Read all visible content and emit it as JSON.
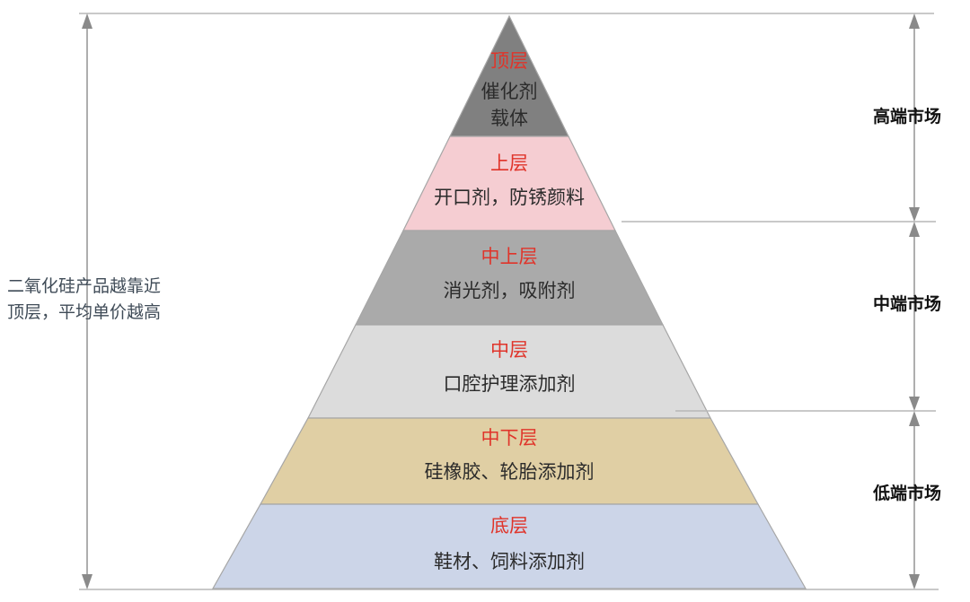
{
  "diagram": {
    "type": "pyramid",
    "title_note": "二氧化硅产品越靠近\n顶层，平均单价越高",
    "note_line1": "二氧化硅产品越靠近",
    "note_line2": "顶层，平均单价越高",
    "layers": [
      {
        "id": "top",
        "title": "顶层",
        "desc_line1": "催化剂",
        "desc_line2": "载体",
        "color": "#808080",
        "tier": "高端市场"
      },
      {
        "id": "upper",
        "title": "上层",
        "desc_line1": "开口剂，防锈颜料",
        "desc_line2": "",
        "color": "#f5cdd2",
        "tier": "高端市场"
      },
      {
        "id": "upper-middle",
        "title": "中上层",
        "desc_line1": "消光剂，吸附剂",
        "desc_line2": "",
        "color": "#aaaaaa",
        "tier": "中端市场"
      },
      {
        "id": "middle",
        "title": "中层",
        "desc_line1": "口腔护理添加剂",
        "desc_line2": "",
        "color": "#dcdcdc",
        "tier": "中端市场"
      },
      {
        "id": "lower-middle",
        "title": "中下层",
        "desc_line1": "硅橡胶、轮胎添加剂",
        "desc_line2": "",
        "color": "#e0cfa4",
        "tier": "低端市场"
      },
      {
        "id": "bottom",
        "title": "底层",
        "desc_line1": "鞋材、饲料添加剂",
        "desc_line2": "",
        "color": "#ccd5e8",
        "tier": "低端市场"
      }
    ],
    "markets": [
      {
        "id": "high",
        "label": "高端市场"
      },
      {
        "id": "mid",
        "label": "中端市场"
      },
      {
        "id": "low",
        "label": "低端市场"
      }
    ],
    "colors": {
      "title_red": "#e0342a",
      "body_text": "#2b2b2b",
      "note_text": "#3f4b57",
      "line_gray": "#9a9a9a",
      "guide_gray": "#b7b7b7"
    }
  }
}
